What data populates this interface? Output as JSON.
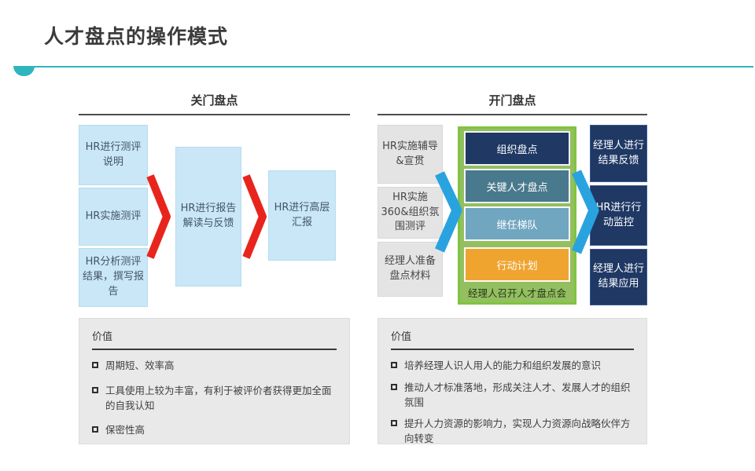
{
  "title": "人才盘点的操作模式",
  "colors": {
    "accent_teal": "#2fb5bd",
    "light_blue_box": "#c9e7f6",
    "red_arrow": "#e8251d",
    "blue_arrow": "#29a3df",
    "gray_box": "#e4e4e4",
    "navy_box": "#1f3864",
    "green_container_fill": "#93bf60",
    "green_container_border": "#7fc440",
    "value_box_bg": "#e9e9e9"
  },
  "closed": {
    "header": "关门盘点",
    "steps": [
      "HR进行测评说明",
      "HR实施测评",
      "HR分析测评结果，撰写报告"
    ],
    "mid": "HR进行报告解读与反馈",
    "final": "HR进行高层汇报",
    "value": {
      "title": "价值",
      "items": [
        "周期短、效率高",
        "工具使用上较为丰富，有利于被评价者获得更加全面的自我认知",
        "保密性高"
      ]
    }
  },
  "open": {
    "header": "开门盘点",
    "inputs": [
      "HR实施辅导&宣贯",
      "HR实施360&组织氛围测评",
      "经理人准备盘点材料"
    ],
    "meeting": {
      "items": [
        {
          "label": "组织盘点",
          "color": "#1f3864"
        },
        {
          "label": "关键人才盘点",
          "color": "#49798d"
        },
        {
          "label": "继任梯队",
          "color": "#71a6c0"
        },
        {
          "label": "行动计划",
          "color": "#f0a430"
        }
      ],
      "caption": "经理人召开人才盘点会"
    },
    "outputs": [
      "经理人进行结果反馈",
      "HR进行行动监控",
      "经理人进行结果应用"
    ],
    "value": {
      "title": "价值",
      "items": [
        "培养经理人识人用人的能力和组织发展的意识",
        "推动人才标准落地，形成关注人才、发展人才的组织氛围",
        "提升人力资源的影响力，实现人力资源向战略伙伴方向转变"
      ]
    }
  }
}
